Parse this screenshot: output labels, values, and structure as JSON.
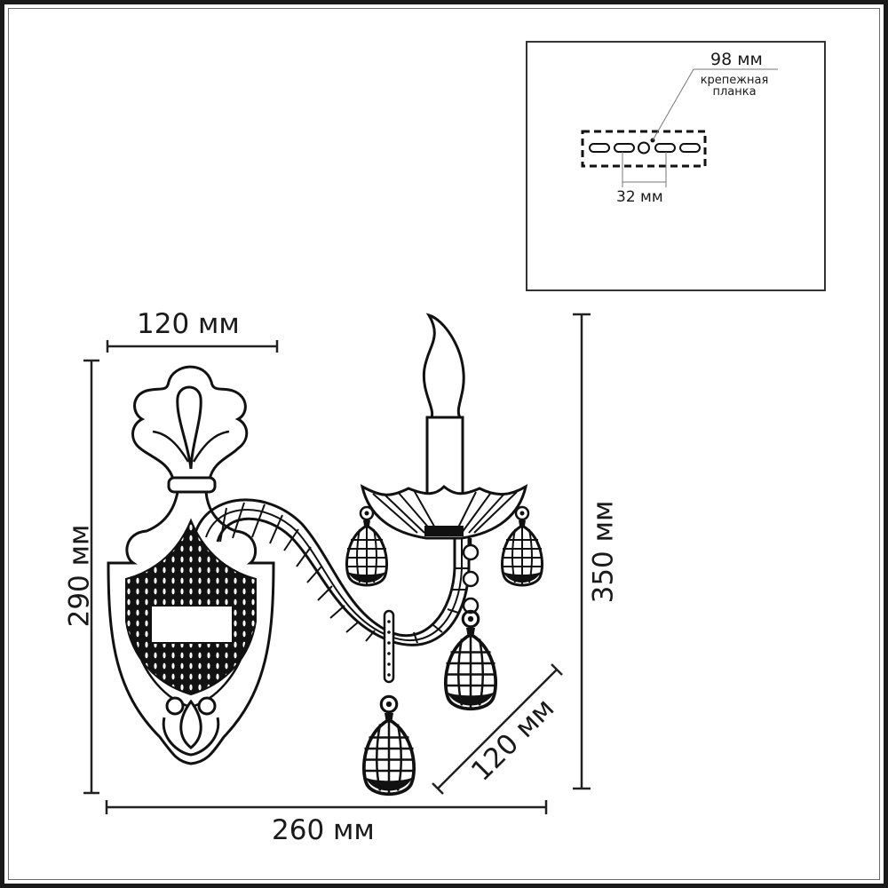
{
  "diagram": {
    "type": "technical drawing",
    "subject": "wall sconce (single-arm candle lamp with crystal pendants)",
    "colors": {
      "line": "#1a1a1a",
      "background": "#ffffff",
      "frame": "#1a1a1a",
      "thin_line": "#888888"
    }
  },
  "dimensions": {
    "backplate_width": "120 мм",
    "backplate_height": "290 мм",
    "total_height": "350 мм",
    "total_width": "260 мм",
    "projection_depth": "120 мм"
  },
  "inset": {
    "bracket_length": "98 мм",
    "bracket_label_line1": "крепежная",
    "bracket_label_line2": "планка",
    "hole_spacing": "32 мм"
  }
}
